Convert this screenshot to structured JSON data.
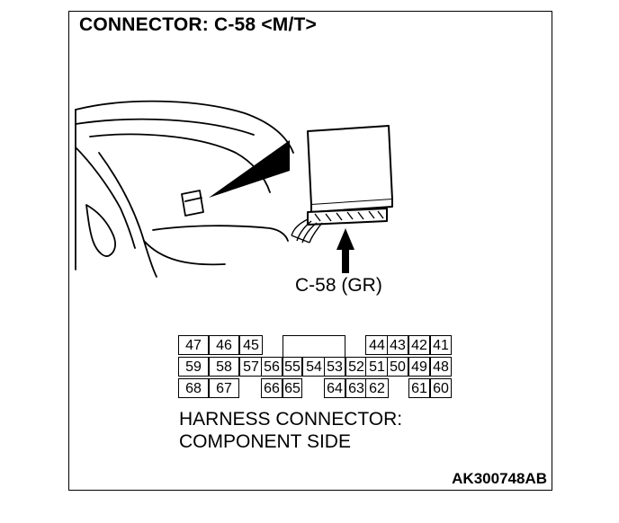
{
  "title": "CONNECTOR: C-58 <M/T>",
  "connector_label": "C-58 (GR)",
  "pin_rows": [
    [
      "47",
      "46",
      "45",
      "",
      "",
      "",
      "",
      "",
      "",
      "44",
      "43",
      "42",
      "41"
    ],
    [
      "59",
      "58",
      "57",
      "56",
      "55",
      "54",
      "53",
      "52",
      "51",
      "50",
      "49",
      "48"
    ],
    [
      "68",
      "67",
      "",
      "66",
      "65",
      "",
      "64",
      "63",
      "62",
      "",
      "61",
      "60"
    ]
  ],
  "side_label_line1": "HARNESS CONNECTOR:",
  "side_label_line2": "COMPONENT SIDE",
  "figure_code": "AK300748AB"
}
